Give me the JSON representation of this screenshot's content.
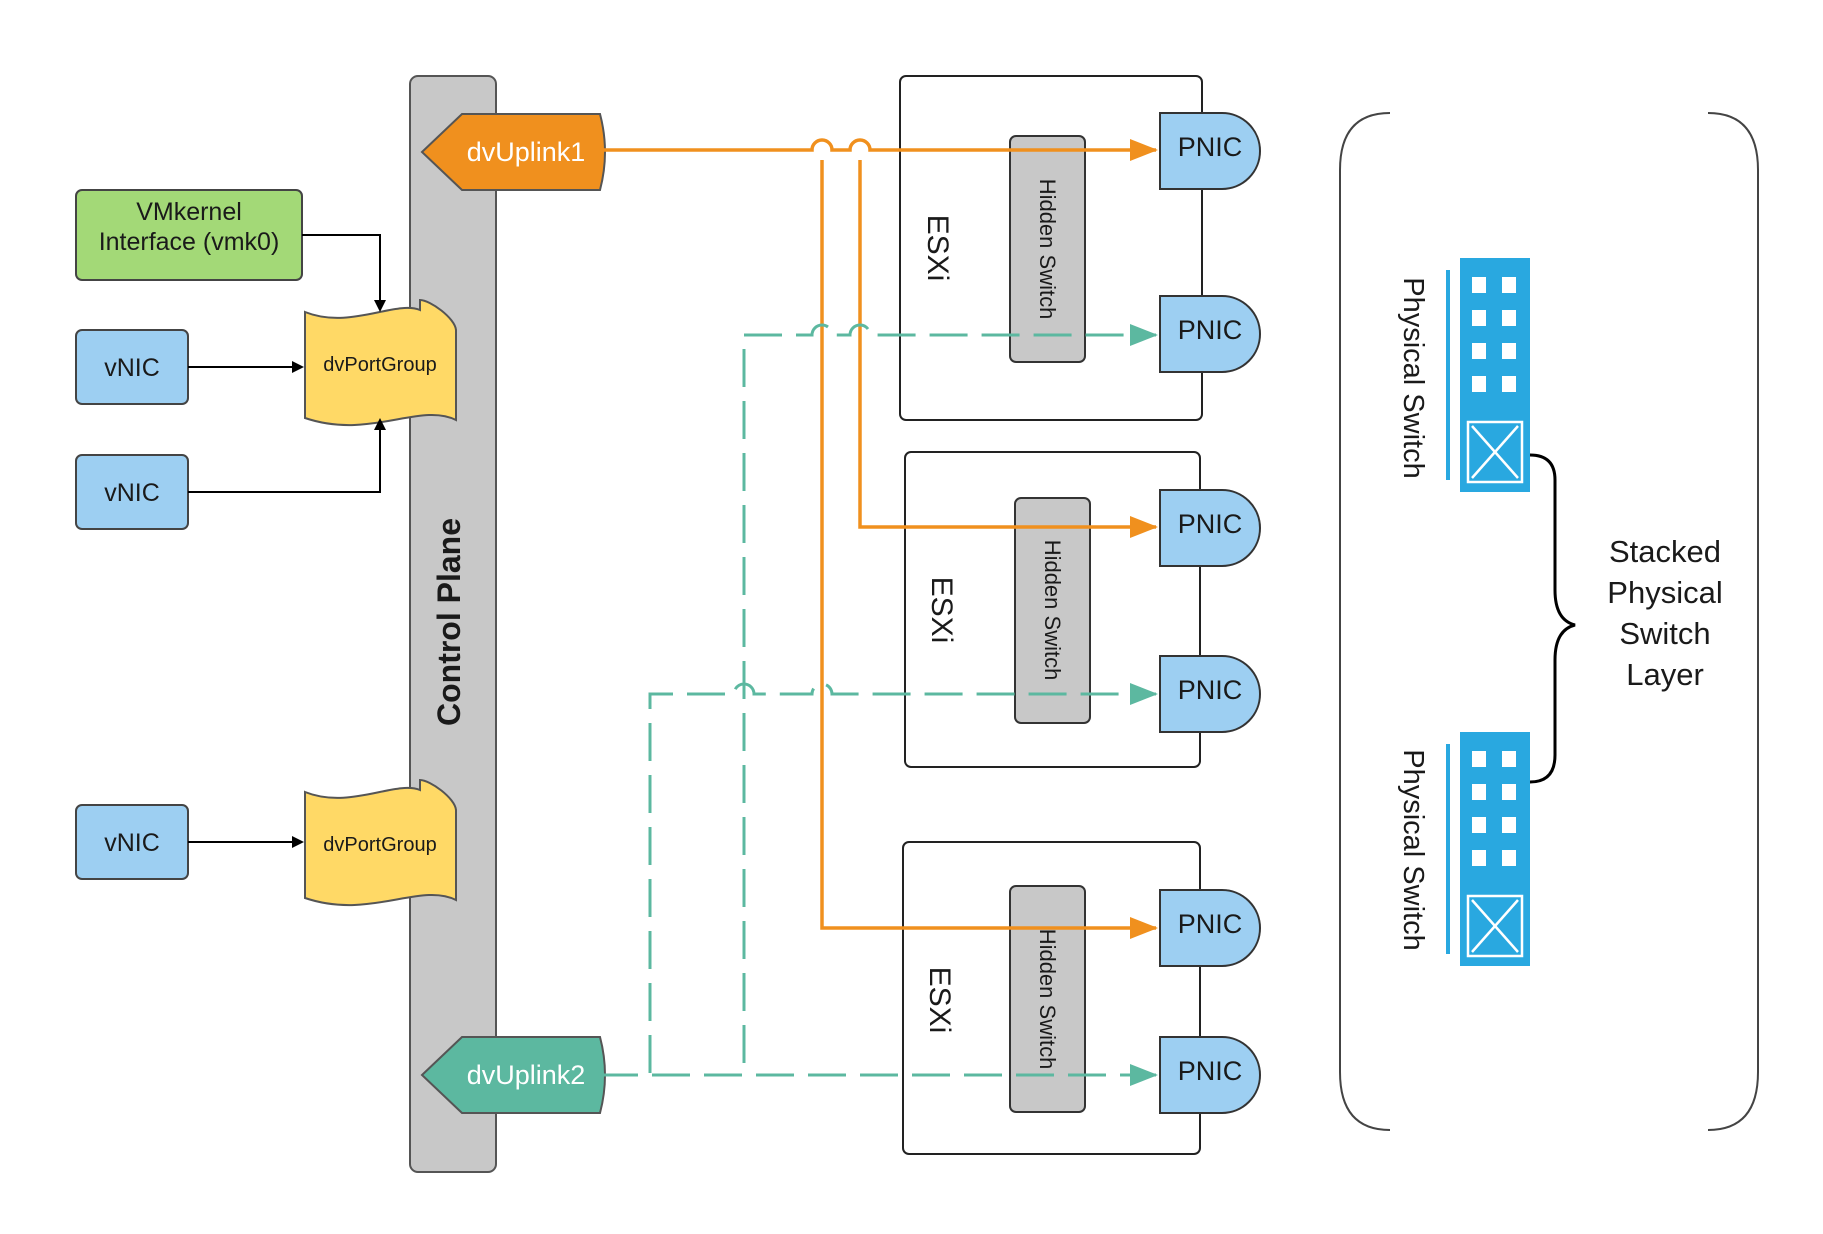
{
  "control_plane": {
    "label": "Control Plane"
  },
  "vmkernel": {
    "label_line1": "VMkernel",
    "label_line2": "Interface (vmk0)"
  },
  "vnics": [
    {
      "label": "vNIC"
    },
    {
      "label": "vNIC"
    },
    {
      "label": "vNIC"
    }
  ],
  "portgroups": [
    {
      "label": "dvPortGroup"
    },
    {
      "label": "dvPortGroup"
    }
  ],
  "uplinks": [
    {
      "label": "dvUplink1",
      "color": "#f0901e"
    },
    {
      "label": "dvUplink2",
      "color": "#5cb8a0"
    }
  ],
  "hosts": [
    {
      "label": "ESXi",
      "switch_label": "Hidden Switch",
      "pnics": [
        "PNIC",
        "PNIC"
      ]
    },
    {
      "label": "ESXi",
      "switch_label": "Hidden Switch",
      "pnics": [
        "PNIC",
        "PNIC"
      ]
    },
    {
      "label": "ESXi",
      "switch_label": "Hidden Switch",
      "pnics": [
        "PNIC",
        "PNIC"
      ]
    }
  ],
  "physical_switches": [
    {
      "label": "Physical Switch"
    },
    {
      "label": "Physical Switch"
    }
  ],
  "stack": {
    "line1": "Stacked",
    "line2": "Physical",
    "line3": "Switch",
    "line4": "Layer"
  },
  "colors": {
    "vmkernel_fill": "#a3d977",
    "vnic_fill": "#9dcff2",
    "portgroup_fill": "#ffd966",
    "control_plane_fill": "#c8c8c8",
    "pnic_fill": "#9dcff2",
    "hidden_switch_fill": "#c8c8c8",
    "uplink1_line": "#f0901e",
    "uplink2_line": "#5cb8a0",
    "physical_switch_fill": "#29a8e0"
  }
}
